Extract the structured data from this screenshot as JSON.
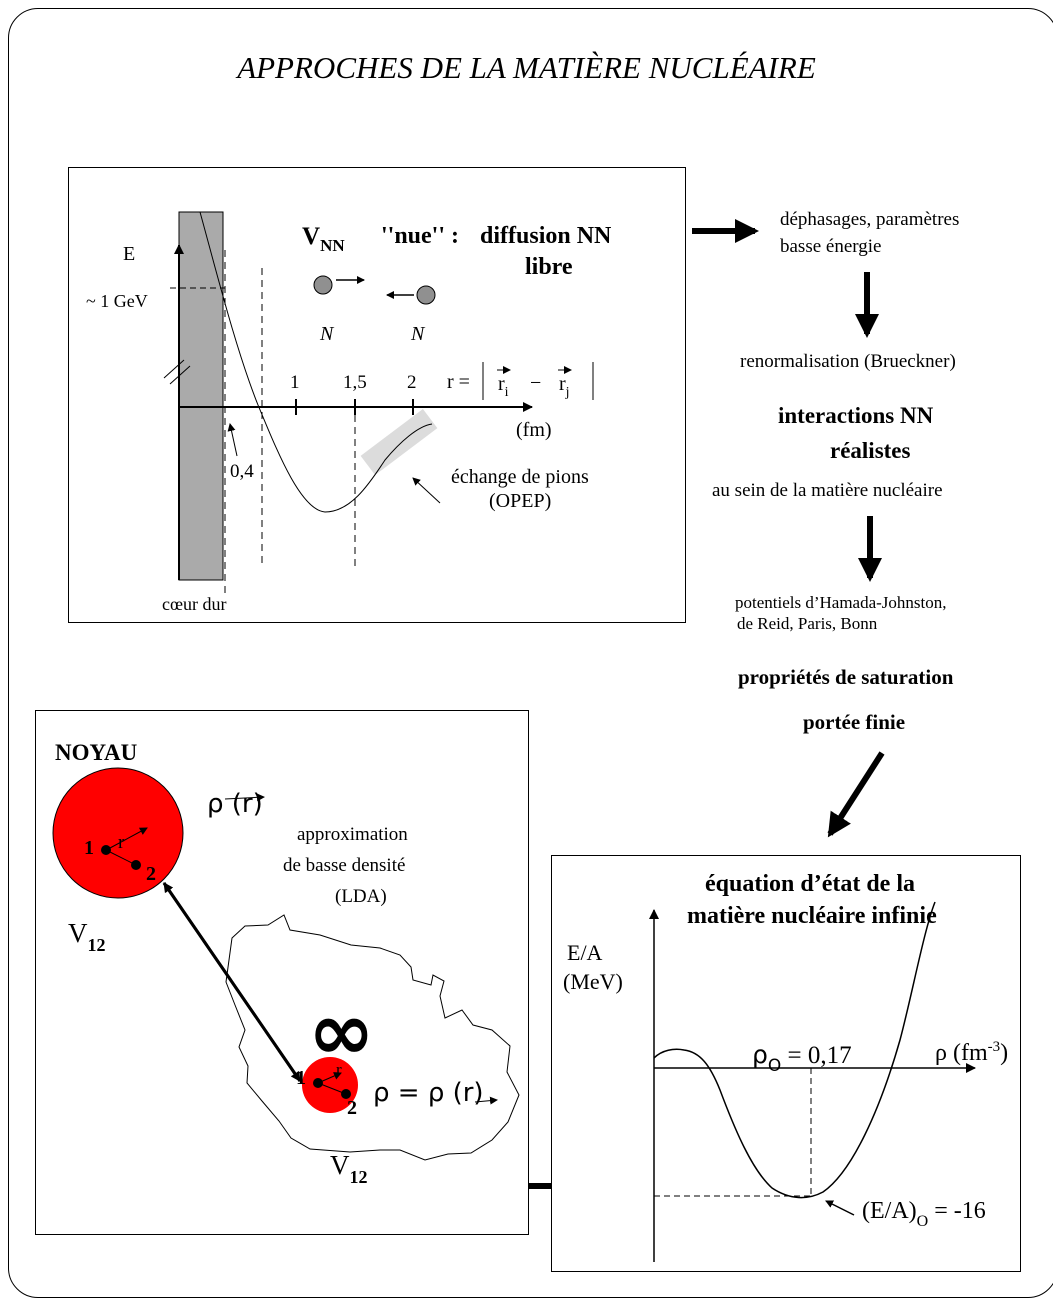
{
  "title": "APPROCHES DE LA MATIÈRE NUCLÉAIRE",
  "colors": {
    "hard_core": "#aaaaaa",
    "nucleus": "#ff0000",
    "particle": "#909090",
    "ope_band": "#dcdcdc"
  },
  "potential_panel": {
    "axis_e": "E",
    "gev_label": "~ 1 GeV",
    "v_main": "V",
    "v_sub": "NN",
    "nue": "''nue'' :",
    "diffusion": "diffusion NN",
    "libre": "libre",
    "n_left": "N",
    "n_right": "N",
    "tick_1": "1",
    "tick_15": "1,5",
    "tick_2": "2",
    "r_eq": "r =",
    "r_i": "r",
    "sub_i": "i",
    "minus": "−",
    "r_j": "r",
    "sub_j": "j",
    "fm": "(fm)",
    "core_radius": "0,4",
    "pion_exchange": "échange de pions",
    "opep": "(OPEP)",
    "hard_core": "cœur dur"
  },
  "flow": {
    "dephasages": "déphasages, paramètres",
    "basse_energie": "basse énergie",
    "renormalisation": "renormalisation (Brueckner)",
    "interactions": "interactions NN",
    "realistes": "réalistes",
    "au_sein": "au sein de la matière nucléaire",
    "potentiels": "potentiels d’Hamada-Johnston,",
    "reid": "de  Reid, Paris, Bonn",
    "saturation": "propriétés de saturation",
    "portee": "portée finie"
  },
  "eos_panel": {
    "title_1": "équation d’état de la",
    "title_2": "matière nucléaire infinie",
    "y_label_1": "E/A",
    "y_label_2": "(MeV)",
    "rho0_main": "ρ",
    "rho0_sub": "O",
    "rho0_value": " = 0,17",
    "rho_axis": "ρ (fm",
    "rho_exp": "-3",
    "rho_close": ")",
    "ea0_main": "(E/A)",
    "ea0_sub": "O",
    "ea0_value": " = -16"
  },
  "nucleus_panel": {
    "noyau": "NOYAU",
    "rho_r": "ρ (r)",
    "r_vec": "r",
    "one": "1",
    "two": "2",
    "v12_main": "V",
    "v12_sub": "12",
    "approx_1": "approximation",
    "approx_2": "de basse densité",
    "approx_3": "(LDA)",
    "infinity": "∞",
    "rho_eq": "ρ = ρ (r)",
    "small_r": "r",
    "small_one": "1",
    "small_two": "2",
    "v12b_main": "V",
    "v12b_sub": "12"
  }
}
